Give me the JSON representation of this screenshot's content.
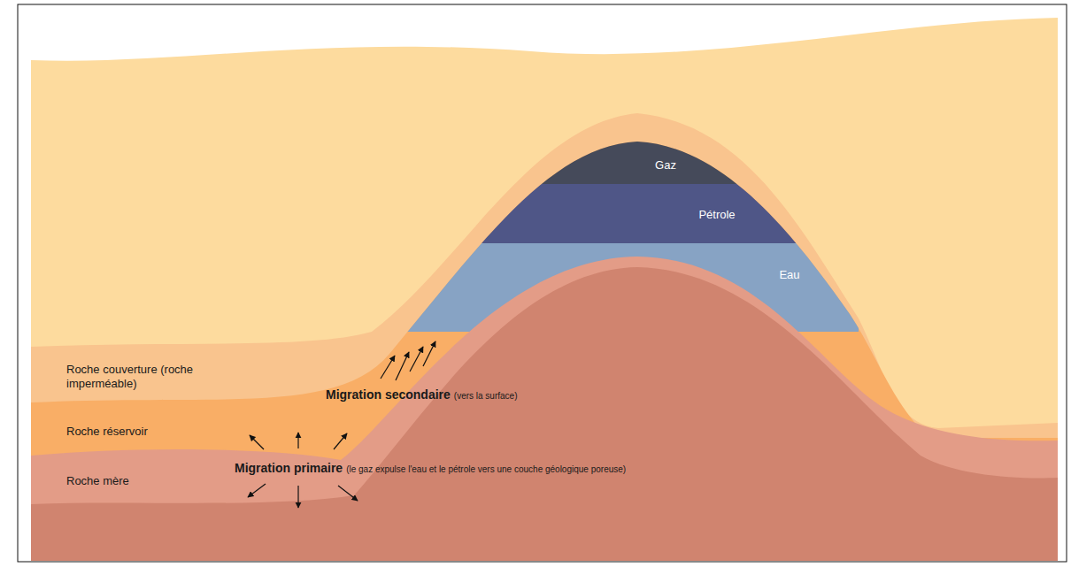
{
  "diagram": {
    "nodes": [
      {
        "text": [
          "Gaz"
        ]
      },
      {
        "text": [
          "Pétrole"
        ]
      },
      {
        "text": [
          "Eau"
        ]
      }
    ],
    "labels": [
      "Roche couverture (roche imperméable)",
      "Roche réservoir",
      "Roche mère",
      "Migration secondaire",
      "(vers la surface)",
      "Migration primaire",
      "(le gaz expulse l'eau et le pétrole vers une couche géologique poreuse)"
    ]
  }
}
